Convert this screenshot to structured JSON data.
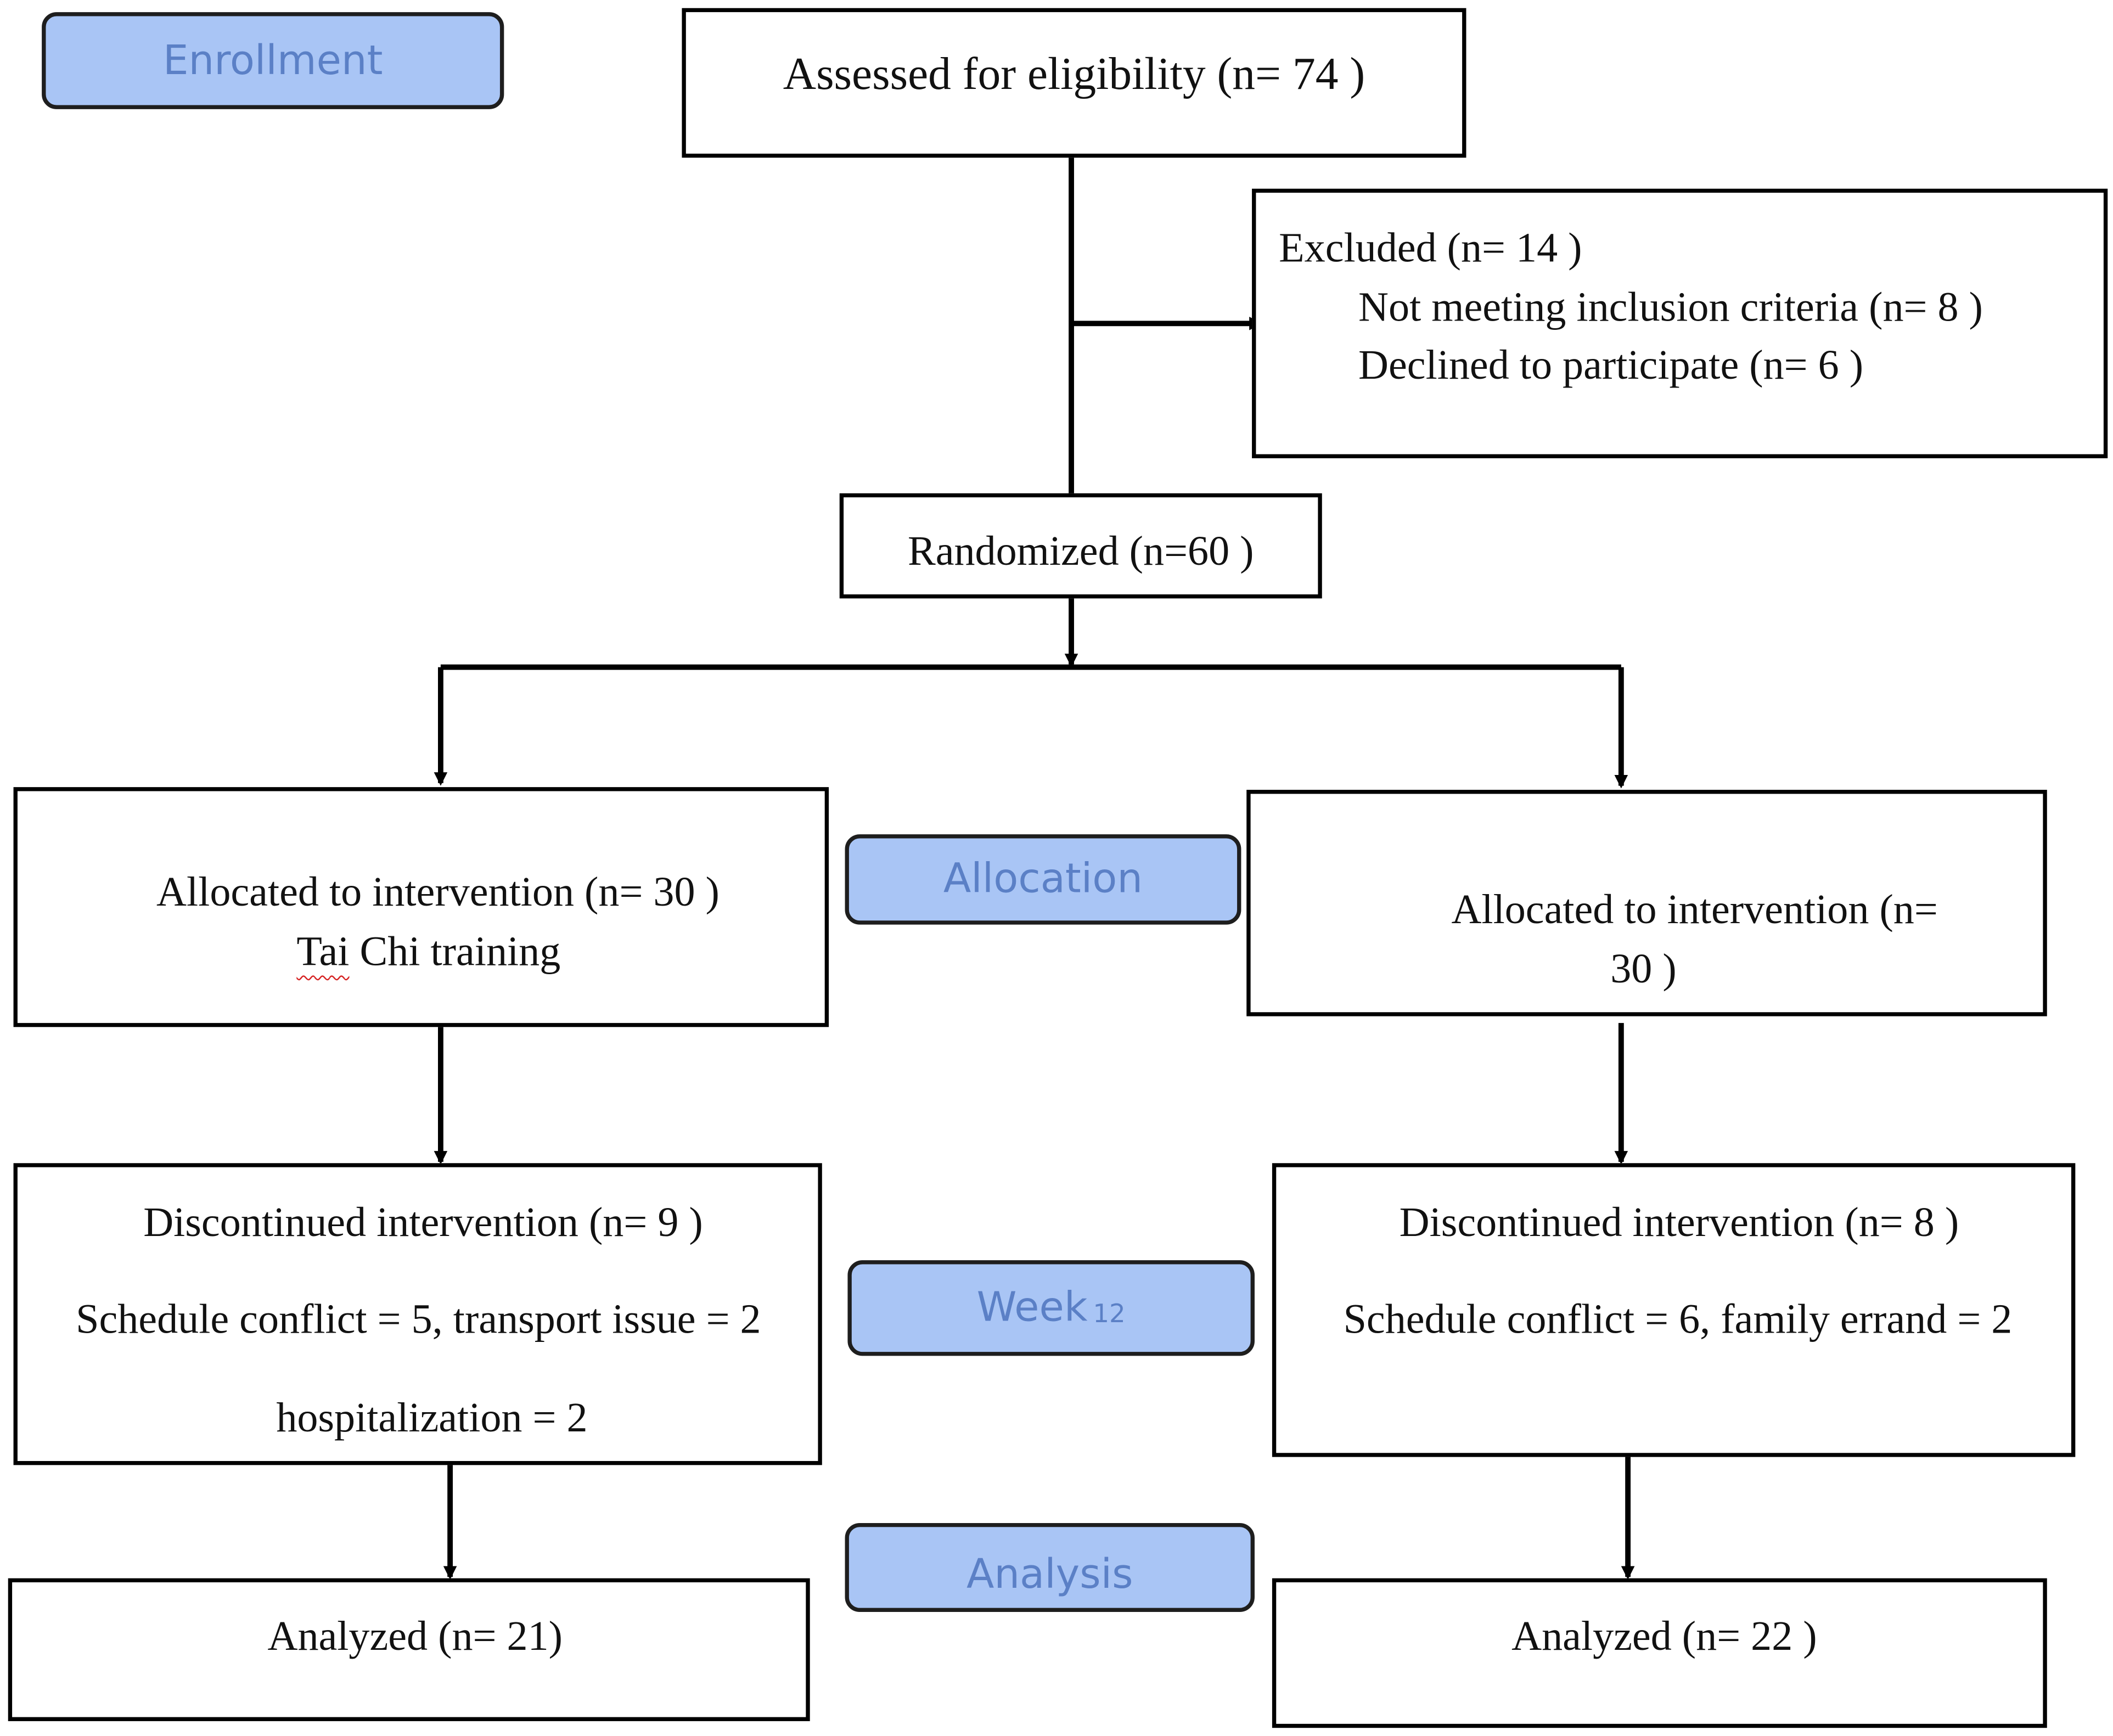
{
  "stages": {
    "enrollment": "Enrollment",
    "allocation": "Allocation",
    "week": "Week",
    "week_number": "12",
    "analysis": "Analysis"
  },
  "assessed": "Assessed for eligibility (n= 74 )",
  "excluded": {
    "title": "Excluded  (n= 14  )",
    "reason_1": "Not meeting inclusion criteria (n= 8 )",
    "reason_2": "Declined to participate (n= 6 )"
  },
  "randomized": "Randomized (n=60  )",
  "left_arm": {
    "allocated": "Allocated to intervention  (n= 30 )",
    "allocated_word": "Tai",
    "allocated_rest": " Chi training",
    "discontinued": "Discontinued intervention   (n= 9 )",
    "reasons": "Schedule conflict = 5, transport issue = 2",
    "reasons_2": "hospitalization = 2",
    "analyzed": "Analyzed   (n=  21)"
  },
  "right_arm": {
    "allocated_line_1": "Allocated to intervention  (n=",
    "allocated_line_2": "30 )",
    "discontinued": "Discontinued intervention  (n= 8 )",
    "reasons": "Schedule conflict = 6, family errand = 2",
    "analyzed": "Analyzed   (n= 22 )"
  },
  "colors": {
    "stage_fill": "#a9c5f5",
    "stage_text": "#5b80c6",
    "line": "#000000"
  }
}
